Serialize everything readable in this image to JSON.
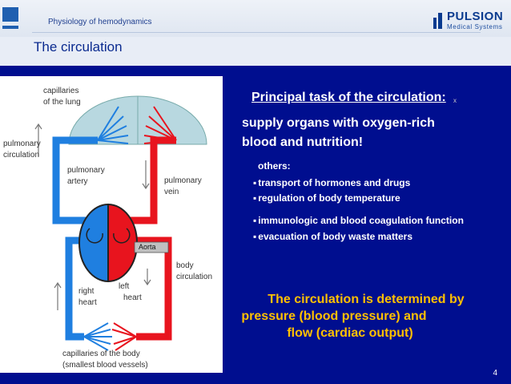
{
  "header": {
    "subtitle": "Physiology of hemodynamics",
    "title": "The circulation",
    "logo_name": "PULSION",
    "logo_sub": "Medical Systems"
  },
  "diagram": {
    "labels": {
      "capillaries_lung": "capillaries",
      "capillaries_lung_2": "of the lung",
      "pulmonary_circulation": "pulmonary",
      "pulmonary_circulation_2": "circulation",
      "pulmonary_artery": "pulmonary",
      "pulmonary_artery_2": "artery",
      "pulmonary_vein": "pulmonary",
      "pulmonary_vein_2": "vein",
      "aorta": "Aorta",
      "body_circulation": "body",
      "body_circulation_2": "circulation",
      "right_heart": "right",
      "right_heart_2": "heart",
      "left_heart": "left",
      "left_heart_2": "heart",
      "capillaries_body": "capillaries of the body",
      "capillaries_body_2": "(smallest blood vessels)"
    },
    "colors": {
      "venous": "#1f7fe0",
      "arterial": "#e8141e"
    }
  },
  "content": {
    "task_heading": "Principal task of the circulation:",
    "small_mark": "x",
    "supply_line1": "supply organs with oxygen-rich",
    "supply_line2": "blood and nutrition!",
    "others": "others:",
    "bullets": [
      "transport of hormones and drugs",
      "regulation of body temperature",
      "immunologic and blood coagulation function",
      "evacuation of body waste matters"
    ],
    "determined_line1": "The circulation is determined by",
    "determined_line2": "pressure (blood pressure) and",
    "determined_line3": "flow (cardiac output)"
  },
  "footer": {
    "page_number": "4"
  }
}
